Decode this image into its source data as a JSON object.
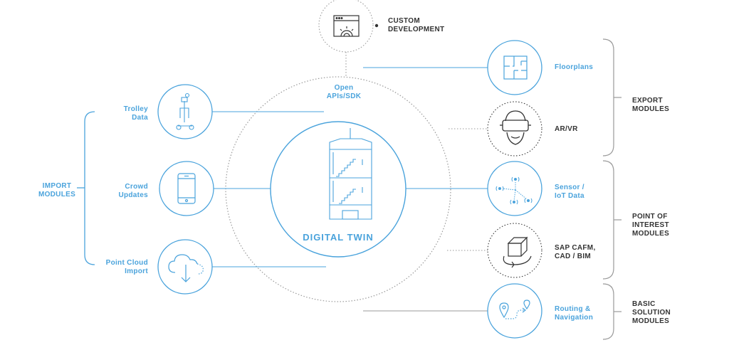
{
  "colors": {
    "accent": "#4aa3dc",
    "line_gray": "#9a9a9a",
    "text_dark": "#333333"
  },
  "center": {
    "title": "DIGITAL TWIN",
    "api_label": "Open\nAPIs/SDK"
  },
  "top": {
    "custom_development": "CUSTOM\nDEVELOPMENT"
  },
  "import": {
    "group_label": "IMPORT\nMODULES",
    "items": [
      {
        "label": "Trolley\nData",
        "icon": "trolley-scanner-icon"
      },
      {
        "label": "Crowd\nUpdates",
        "icon": "smartphone-icon"
      },
      {
        "label": "Point Cloud\nImport",
        "icon": "cloud-download-icon"
      }
    ]
  },
  "export": {
    "group_label": "EXPORT\nMODULES",
    "items": [
      {
        "label": "Floorplans",
        "icon": "floorplan-icon"
      },
      {
        "label": "AR/VR",
        "icon": "vr-headset-icon"
      }
    ]
  },
  "poi": {
    "group_label": "POINT OF\nINTEREST\nMODULES",
    "items": [
      {
        "label": "Sensor /\nIoT Data",
        "icon": "iot-sensor-icon"
      },
      {
        "label": "SAP CAFM,\nCAD / BIM",
        "icon": "cube-3d-icon"
      }
    ]
  },
  "basic": {
    "group_label": "BASIC\nSOLUTION\nMODULES",
    "items": [
      {
        "label": "Routing &\nNavigation",
        "icon": "route-pin-icon"
      }
    ]
  }
}
